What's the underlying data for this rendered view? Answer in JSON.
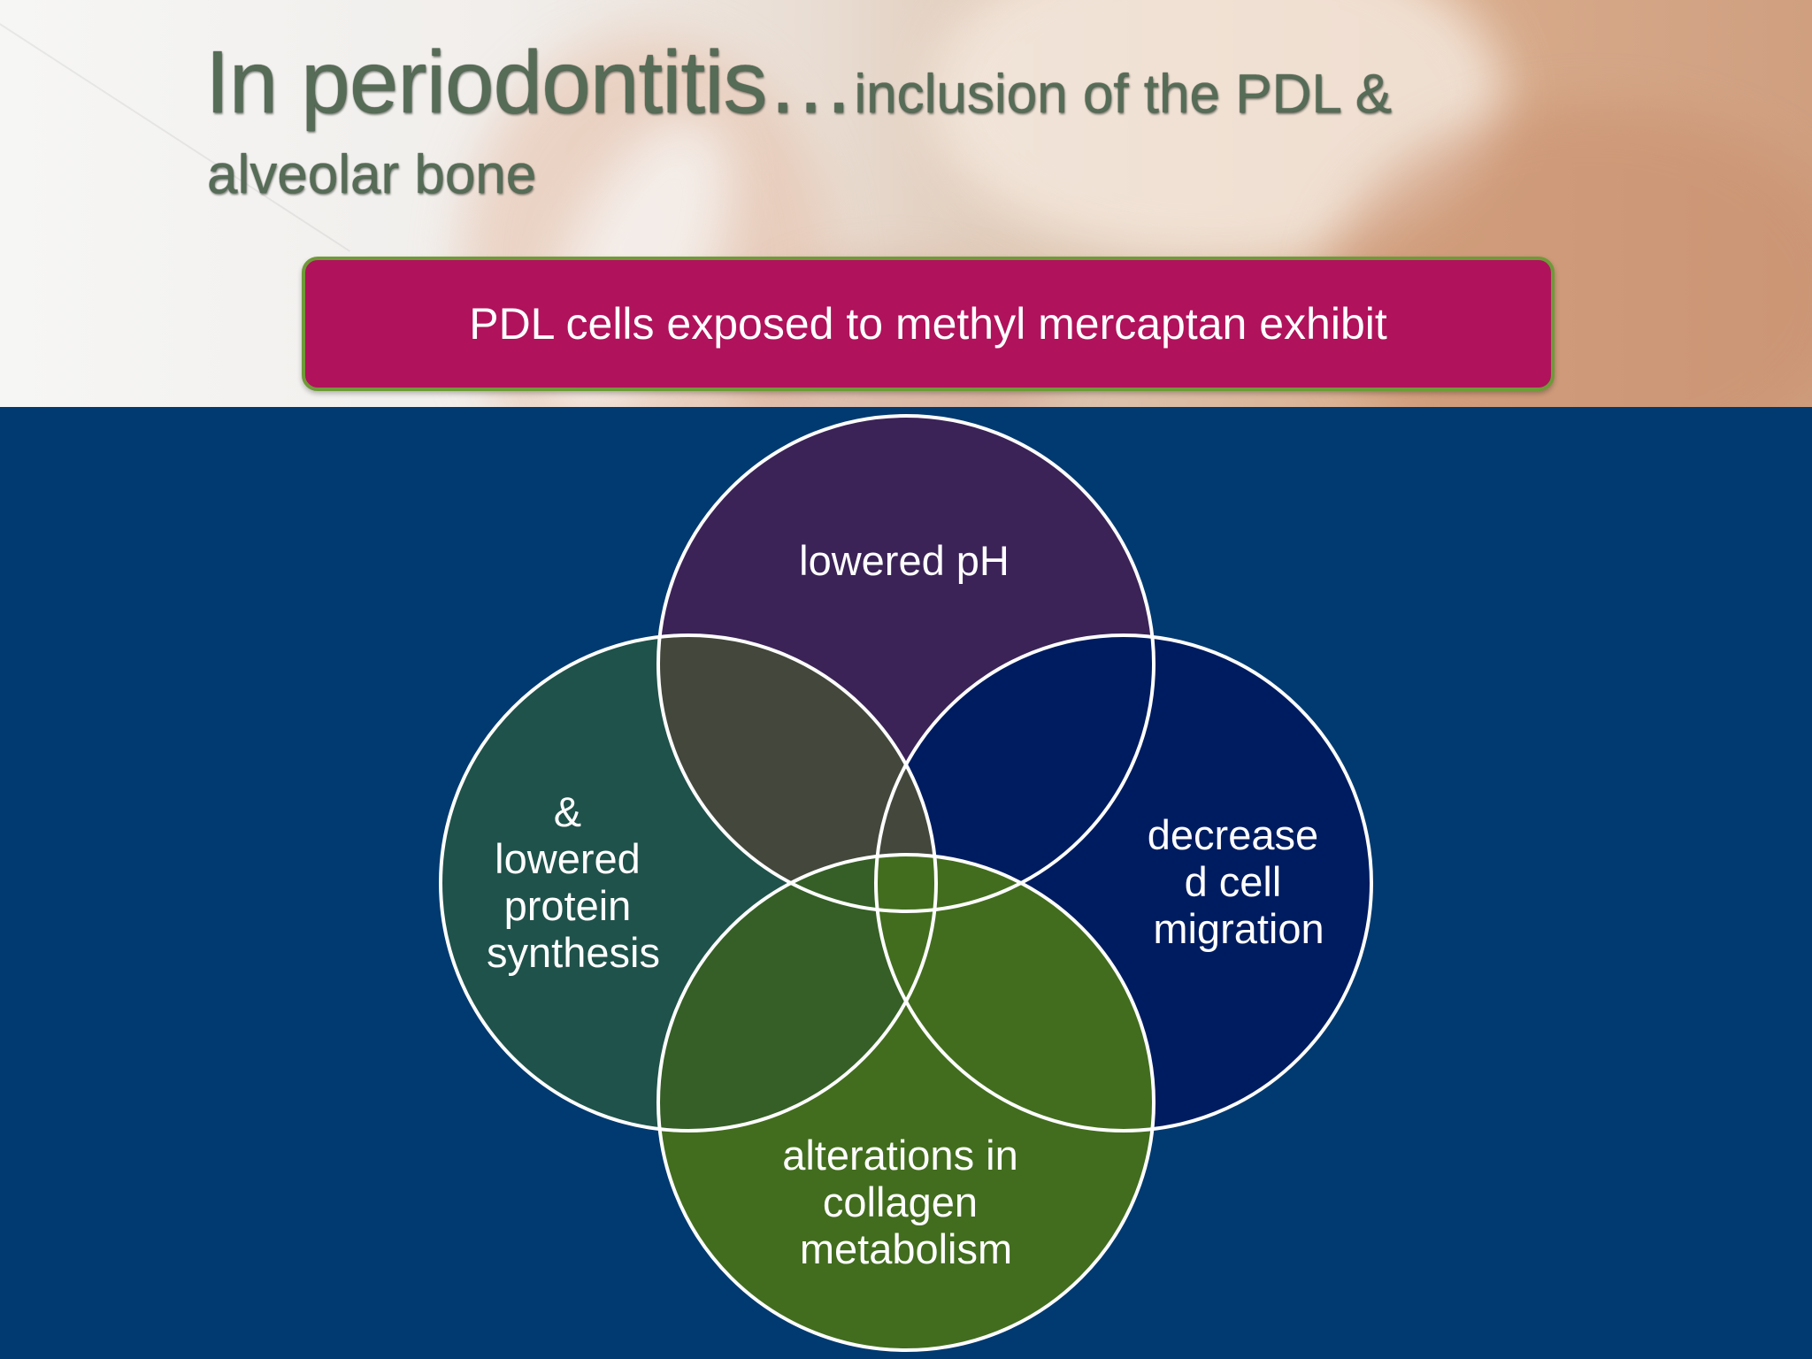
{
  "slide": {
    "title_large": "In periodontitis…",
    "title_small": "inclusion of the PDL &",
    "title_line2": "alveolar bone",
    "banner_text": "PDL cells exposed to methyl mercaptan exhibit"
  },
  "diagram": {
    "type": "venn",
    "circles": [
      {
        "id": "top",
        "lines": [
          "lowered pH"
        ],
        "color": "#3b2357"
      },
      {
        "id": "left",
        "lines": [
          "&",
          "lowered",
          "protein",
          "synthesis"
        ],
        "color": "#1f524a"
      },
      {
        "id": "right",
        "lines": [
          "decrease",
          "d cell",
          "migration"
        ],
        "color": "#001c60"
      },
      {
        "id": "bottom",
        "lines": [
          "alterations in",
          "collagen",
          "metabolism"
        ],
        "color": "#426d1e"
      }
    ],
    "overlap_colors": {
      "top_left": "#43473c",
      "left_bottom": "#355f26"
    },
    "outline_color": "#ffffff",
    "background": "#003a70"
  }
}
